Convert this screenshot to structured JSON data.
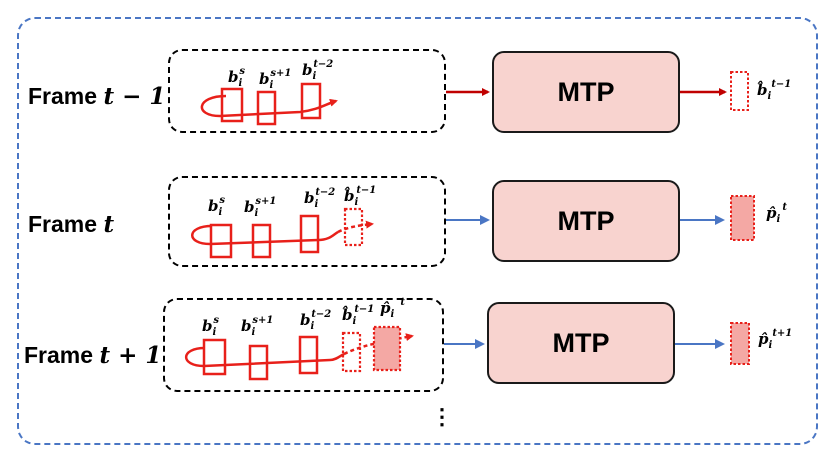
{
  "frames": [
    {
      "label": "Frame",
      "var": "t − 1"
    },
    {
      "label": "Frame",
      "var": "t"
    },
    {
      "label": "Frame",
      "var": "t + 1"
    }
  ],
  "module": {
    "label": "MTP"
  },
  "ellipsis": "⋮",
  "colors": {
    "arrow_dark_red": "#c00000",
    "arrow_blue": "#4a76c4",
    "box_red": "#e8201a",
    "mtp_fill": "#f8d3cf"
  },
  "symbols": {
    "b": "b",
    "b_hat": "b̂",
    "p_hat": "p̂",
    "i": "i",
    "s": "s",
    "s_plus_1": "s+1",
    "t_minus_2": "t−2",
    "t_minus_1": "t−1",
    "t": "t",
    "t_plus_1": "t+1"
  }
}
